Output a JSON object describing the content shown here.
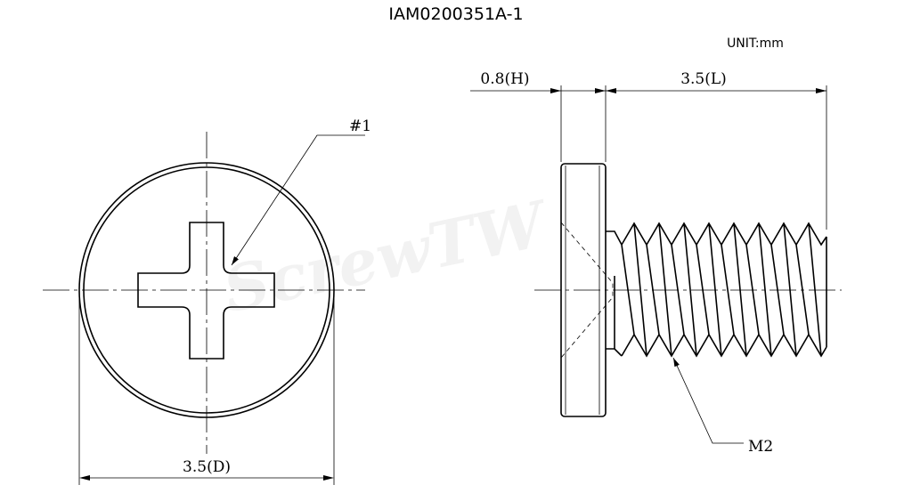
{
  "drawing": {
    "title": "IAM0200351A-1",
    "unit": "UNIT:mm",
    "watermark": "ScrewTW"
  },
  "dimensions": {
    "diameter": "3.5(D)",
    "head_height": "0.8(H)",
    "length": "3.5(L)"
  },
  "callouts": {
    "drive": "#1",
    "thread": "M2"
  }
}
